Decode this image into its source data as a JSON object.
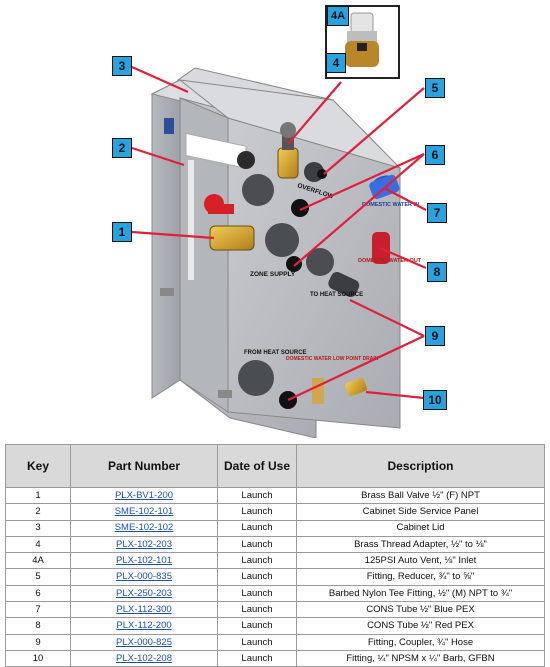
{
  "figure": {
    "unit_labels": {
      "overflow": "OVERFLOW",
      "domestic_water_in": "DOMESTIC WATER IN",
      "domestic_water_out": "DOMESTIC WATER OUT",
      "zone_supply": "ZONE SUPPLY",
      "to_heat_source": "TO HEAT SOURCE",
      "from_heat_source": "FROM HEAT SOURCE",
      "domestic_water_low_point_drain": "DOMESTIC WATER LOW POINT DRAIN"
    },
    "callouts": [
      "3",
      "4A",
      "4",
      "5",
      "2",
      "6",
      "1",
      "7",
      "8",
      "9",
      "10"
    ],
    "callout_color": "#29a3e0",
    "leader_color": "#e0203a"
  },
  "table": {
    "headers": [
      "Key",
      "Part Number",
      "Date of Use",
      "Description"
    ],
    "rows": [
      [
        "1",
        "PLX-BV1-200",
        "Launch",
        "Brass Ball Valve ½\" (F) NPT"
      ],
      [
        "2",
        "SME-102-101",
        "Launch",
        "Cabinet Side Service Panel"
      ],
      [
        "3",
        "SME-102-102",
        "Launch",
        "Cabinet Lid"
      ],
      [
        "4",
        "PLX-102-203",
        "Launch",
        "Brass Thread Adapter, ½\" to ⅛\""
      ],
      [
        "4A",
        "PLX-102-101",
        "Launch",
        "125PSI Auto Vent, ⅛\" Inlet"
      ],
      [
        "5",
        "PLX-000-835",
        "Launch",
        "Fitting, Reducer, ¾\" to ⅝\""
      ],
      [
        "6",
        "PLX-250-203",
        "Launch",
        "Barbed Nylon Tee Fitting, ½\" (M) NPT to ¾\""
      ],
      [
        "7",
        "PLX-112-300",
        "Launch",
        "CONS Tube ½\" Blue PEX"
      ],
      [
        "8",
        "PLX-112-200",
        "Launch",
        "CONS Tube ½\" Red PEX"
      ],
      [
        "9",
        "PLX-000-825",
        "Launch",
        "Fitting, Coupler, ¾\" Hose"
      ],
      [
        "10",
        "PLX-102-208",
        "Launch",
        "Fitting, ¼\" NPSM x ¼\" Barb, GFBN"
      ]
    ]
  }
}
